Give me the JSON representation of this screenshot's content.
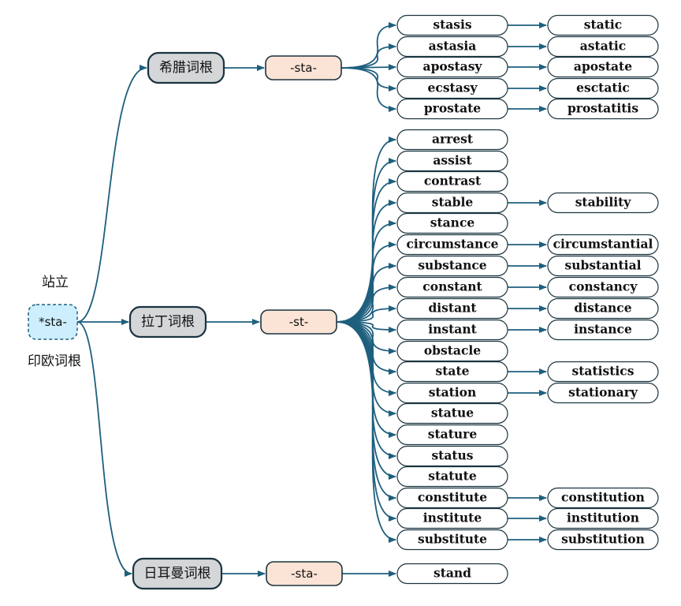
{
  "root": {
    "label": "*sta-",
    "meaning": "站立",
    "category": "印欧词根"
  },
  "branches": [
    {
      "name": "希腊词根",
      "morpheme": "-sta-",
      "words": [
        {
          "word": "stasis",
          "derivative": "static"
        },
        {
          "word": "astasia",
          "derivative": "astatic"
        },
        {
          "word": "apostasy",
          "derivative": "apostate"
        },
        {
          "word": "ecstasy",
          "derivative": "esctatic"
        },
        {
          "word": "prostate",
          "derivative": "prostatitis"
        }
      ]
    },
    {
      "name": "拉丁词根",
      "morpheme": "-st-",
      "words": [
        {
          "word": "arrest"
        },
        {
          "word": "assist"
        },
        {
          "word": "contrast"
        },
        {
          "word": "stable",
          "derivative": "stability"
        },
        {
          "word": "stance"
        },
        {
          "word": "circumstance",
          "derivative": "circumstantial"
        },
        {
          "word": "substance",
          "derivative": "substantial"
        },
        {
          "word": "constant",
          "derivative": "constancy"
        },
        {
          "word": "distant",
          "derivative": "distance"
        },
        {
          "word": "instant",
          "derivative": "instance"
        },
        {
          "word": "obstacle"
        },
        {
          "word": "state",
          "derivative": "statistics"
        },
        {
          "word": "station",
          "derivative": "stationary"
        },
        {
          "word": "statue"
        },
        {
          "word": "stature"
        },
        {
          "word": "status"
        },
        {
          "word": "statute"
        },
        {
          "word": "constitute",
          "derivative": "constitution"
        },
        {
          "word": "institute",
          "derivative": "institution"
        },
        {
          "word": "substitute",
          "derivative": "substitution"
        }
      ]
    },
    {
      "name": "日耳曼词根",
      "morpheme": "-sta-",
      "words": [
        {
          "word": "stand"
        }
      ]
    }
  ],
  "colors": {
    "edge": "#1e5f7e",
    "root_fill": "#cdeefc",
    "branch_fill": "#d4d6d8",
    "morpheme_fill": "#fbe3d5",
    "word_fill": "#ffffff"
  }
}
